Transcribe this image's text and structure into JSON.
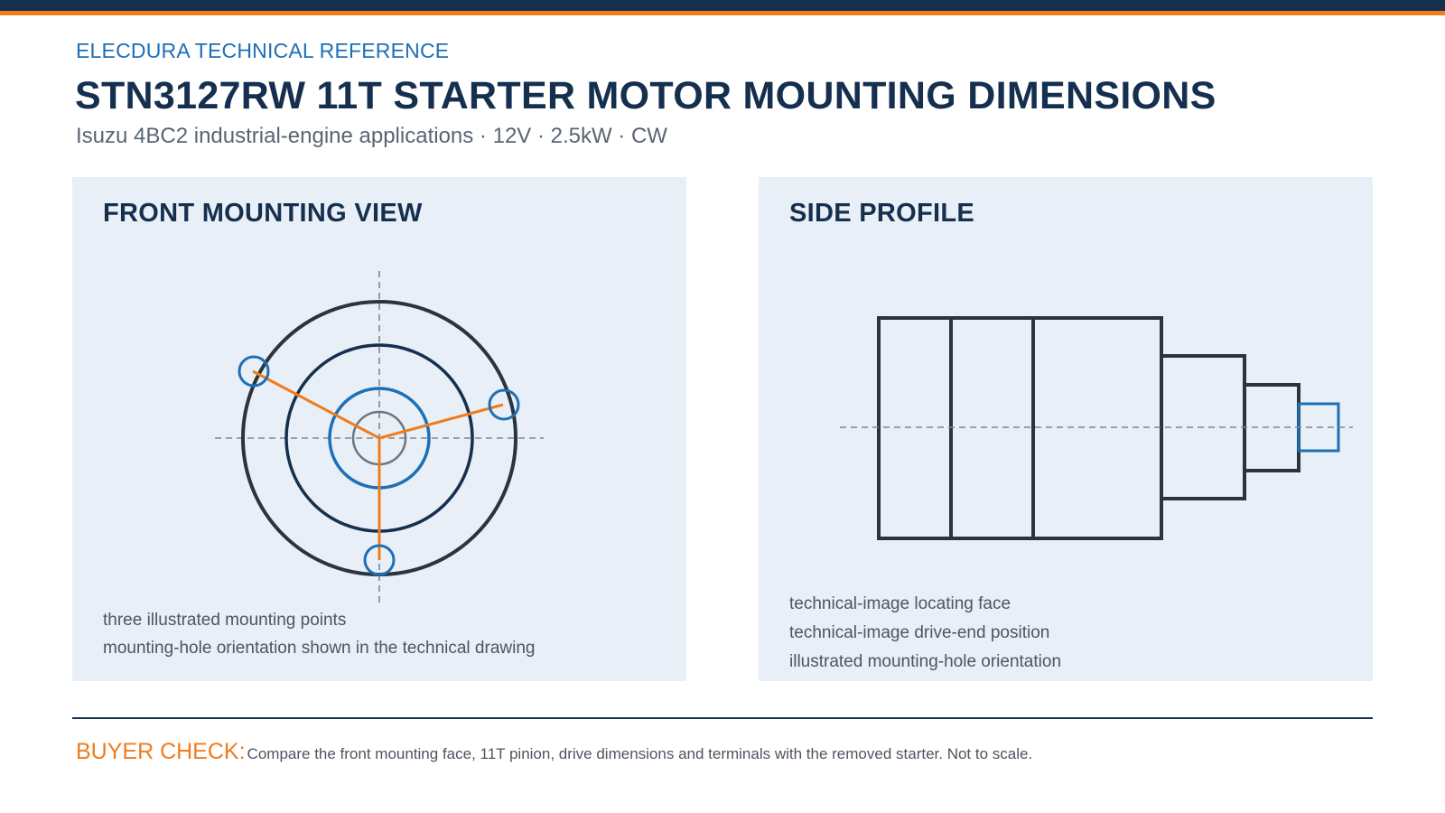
{
  "header": {
    "eyebrow": "ELECDURA TECHNICAL REFERENCE",
    "title": "STN3127RW 11T STARTER MOTOR MOUNTING DIMENSIONS",
    "subtitle": "Isuzu 4BC2 industrial-engine applications · 12V · 2.5kW · CW"
  },
  "front_view": {
    "title": "FRONT MOUNTING VIEW",
    "notes": [
      "three illustrated mounting points",
      "mounting-hole orientation shown in the technical drawing"
    ]
  },
  "side_view": {
    "title": "SIDE PROFILE",
    "notes": [
      "technical-image locating face",
      "technical-image drive-end position",
      "illustrated mounting-hole orientation"
    ]
  },
  "footer": {
    "label": "BUYER CHECK:",
    "text": "Compare the front mounting face, 11T pinion, drive dimensions and terminals with the removed starter. Not to scale."
  },
  "colors": {
    "navy": "#15304f",
    "orange": "#f07c1b",
    "blue": "#1d6fb6",
    "outline": "#2b333d",
    "panel": "#e8eff6"
  }
}
